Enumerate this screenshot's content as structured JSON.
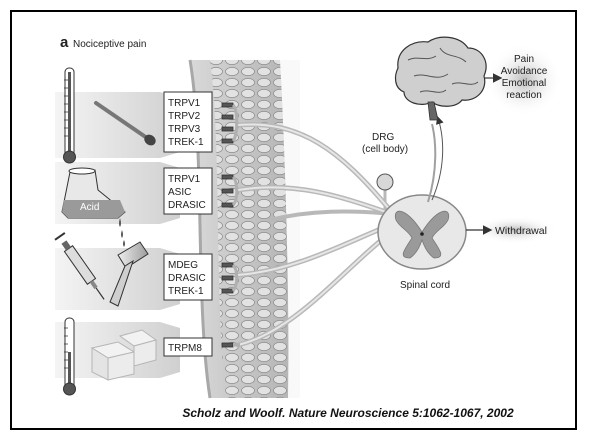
{
  "figure": {
    "panel_letter": "a",
    "panel_title": "Nociceptive pain",
    "stimuli": [
      {
        "name": "heat",
        "icons": [
          "thermometer-icon",
          "match-icon"
        ],
        "receptors": [
          "TRPV1",
          "TRPV2",
          "TRPV3",
          "TREK-1"
        ]
      },
      {
        "name": "acid",
        "icons": [
          "flask-icon"
        ],
        "flask_label": "Acid",
        "receptors": [
          "TRPV1",
          "ASIC",
          "DRASIC"
        ]
      },
      {
        "name": "mechanical",
        "icons": [
          "syringe-icon",
          "hammer-icon"
        ],
        "receptors": [
          "MDEG",
          "DRASIC",
          "TREK-1"
        ]
      },
      {
        "name": "cold",
        "icons": [
          "thermometer-icon",
          "ice-cube-icon"
        ],
        "receptors": [
          "TRPM8"
        ]
      }
    ],
    "drg_label": [
      "DRG",
      "(cell body)"
    ],
    "spinal_cord_label": "Spinal cord",
    "withdrawal_label": "Withdrawal",
    "brain_output_lines": [
      "Pain",
      "Avoidance",
      "Emotional",
      "reaction"
    ],
    "citation": "Scholz and Woolf. Nature Neuroscience 5:1062-1067, 2002"
  }
}
